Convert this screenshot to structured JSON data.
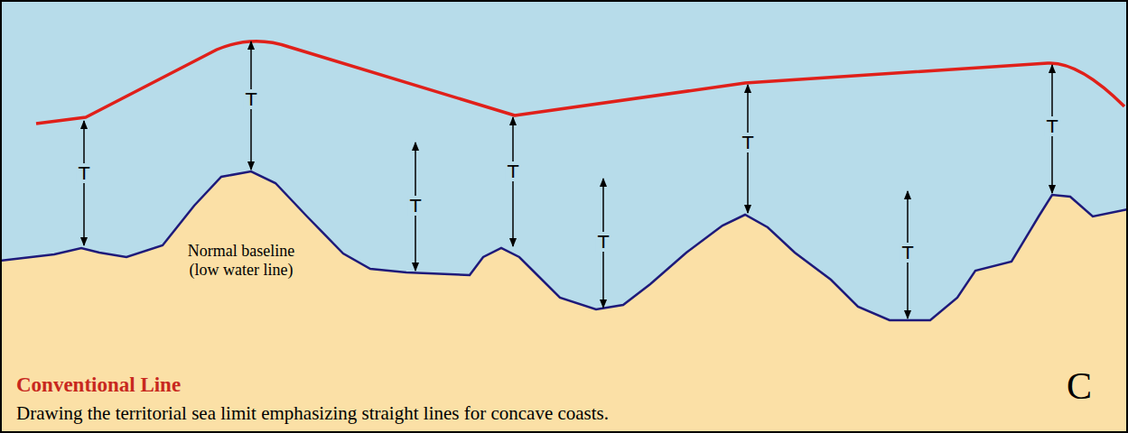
{
  "diagram": {
    "title": "Conventional Line",
    "caption": "Drawing the territorial sea limit emphasizing straight lines for concave coasts.",
    "labels": [
      "T",
      "T",
      "T",
      "T",
      "T",
      "T",
      "T",
      "T",
      "Normal baseline (low water line)",
      "C"
    ]
  }
}
